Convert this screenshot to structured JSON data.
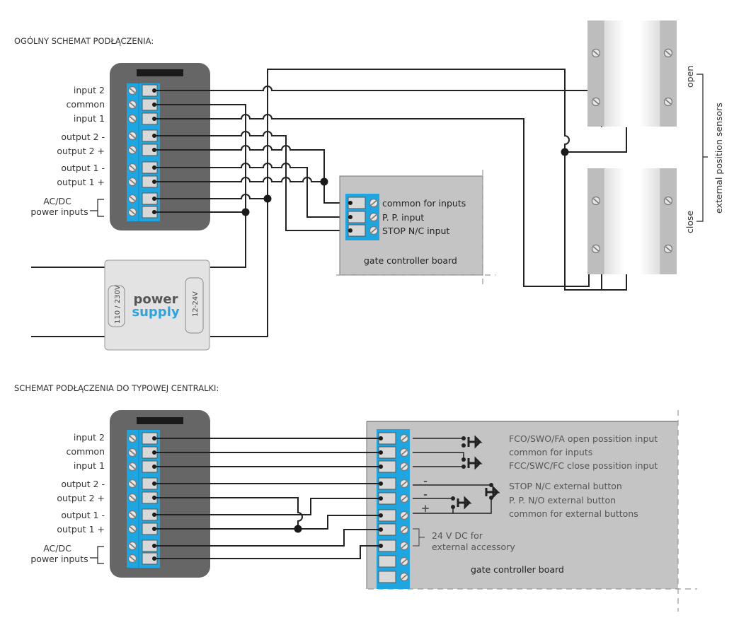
{
  "section1": {
    "title": "OGÓLNY SCHEMAT PODŁĄCZENIA:",
    "module_terminals": [
      "input 2",
      "common",
      "input 1",
      "output 2 -",
      "output 2 +",
      "output 1 -",
      "output 1 +"
    ],
    "power_label_line1": "AC/DC",
    "power_label_line2": "power inputs",
    "gate_board": {
      "terminals": [
        "common for inputs",
        "P. P. input",
        "STOP N/C input"
      ],
      "label": "gate controller board"
    },
    "power_supply": {
      "brand_line1": "power",
      "brand_line2": "supply",
      "input_voltage": "110 / 230V",
      "output_voltage": "12-24V"
    },
    "sensors": {
      "open_label": "open",
      "close_label": "close",
      "group_label": "external position sensors"
    }
  },
  "section2": {
    "title": "SCHEMAT PODŁĄCZENIA DO TYPOWEJ CENTRALKI:",
    "module_terminals": [
      "input 2",
      "common",
      "input 1",
      "output 2 -",
      "output 2 +",
      "output 1 -",
      "output 1 +"
    ],
    "power_label_line1": "AC/DC",
    "power_label_line2": "power inputs",
    "gate_board": {
      "inputs": [
        "FCO/SWO/FA open possition input",
        "common for inputs",
        "FCC/SWC/FC close possition input"
      ],
      "buttons": [
        "STOP N/C external button",
        "P. P. N/O external button",
        "common for external buttons"
      ],
      "polarity": [
        "-",
        "-",
        "+"
      ],
      "accessory_line1": "24 V DC for",
      "accessory_line2": "external accessory",
      "label": "gate controller board"
    }
  },
  "colors": {
    "module_body": "#666666",
    "terminal_blue": "#1fa6e0",
    "board_gray": "#c4c4c4",
    "wire": "#222222",
    "supply_blue": "#2ea3dc"
  }
}
